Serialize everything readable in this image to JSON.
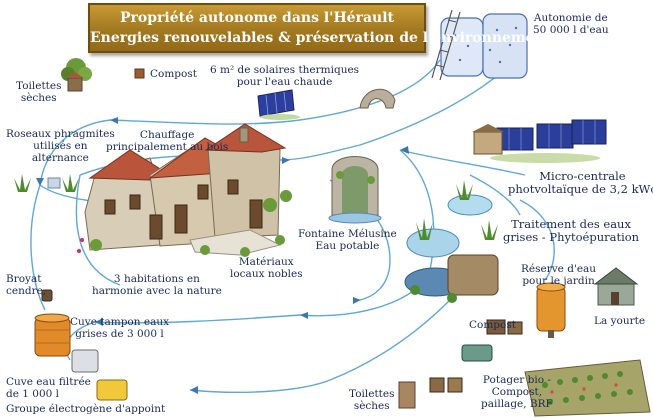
{
  "banner": {
    "line1": "Propriété autonome dans l'Hérault",
    "line2": "Energies renouvelables & préservation de l'environnement"
  },
  "labels": {
    "autonomie_l1": "Autonomie de",
    "autonomie_l2": "50 000 l d'eau",
    "toilettes_seches_top_l1": "Toilettes",
    "toilettes_seches_top_l2": "sèches",
    "compost_top": "Compost",
    "solaires_l1": "6 m² de solaires thermiques",
    "solaires_l2": "pour l'eau chaude",
    "roseaux_l1": "Roseaux phragmites",
    "roseaux_l2": "utilisés en",
    "roseaux_l3": "alternance",
    "chauffage_l1": "Chauffage",
    "chauffage_l2": "principalement au bois",
    "microcentrale_l1": "Micro-centrale",
    "microcentrale_l2": "photvoltaïque de 3,2 kWc",
    "fontaine_l1": "Fontaine Mélusine",
    "fontaine_l2": "Eau potable",
    "traitement_l1": "Traitement des eaux",
    "traitement_l2": "grises - Phytoépuration",
    "materiaux_l1": "Matériaux",
    "materiaux_l2": "locaux nobles",
    "habitations_l1": "3 habitations en",
    "habitations_l2": "harmonie avec la nature",
    "broyat_l1": "Broyat",
    "broyat_l2": "cendre,",
    "reserve_l1": "Réserve d'eau",
    "reserve_l2": "pour le jardin",
    "yourte": "La yourte",
    "cuve_tampon_l1": "Cuve tampon eaux",
    "cuve_tampon_l2": "grises de 3 000 l",
    "compost_bottom": "Compost",
    "cuve_filtree_l1": "Cuve eau filtrée",
    "cuve_filtree_l2": "de 1 000 l",
    "groupe": "Groupe électrogène d'appoint",
    "toilettes_seches_bottom_l1": "Toilettes",
    "toilettes_seches_bottom_l2": "sèches",
    "potager_l1": "Potager bio -",
    "potager_l2": "Compost,",
    "potager_l3": "paillage, BRF"
  },
  "colors": {
    "banner_gold": "#a27820",
    "label_navy": "#1a2a55",
    "flow_blue": "#5fa8d6",
    "roof_red": "#b8553a"
  }
}
